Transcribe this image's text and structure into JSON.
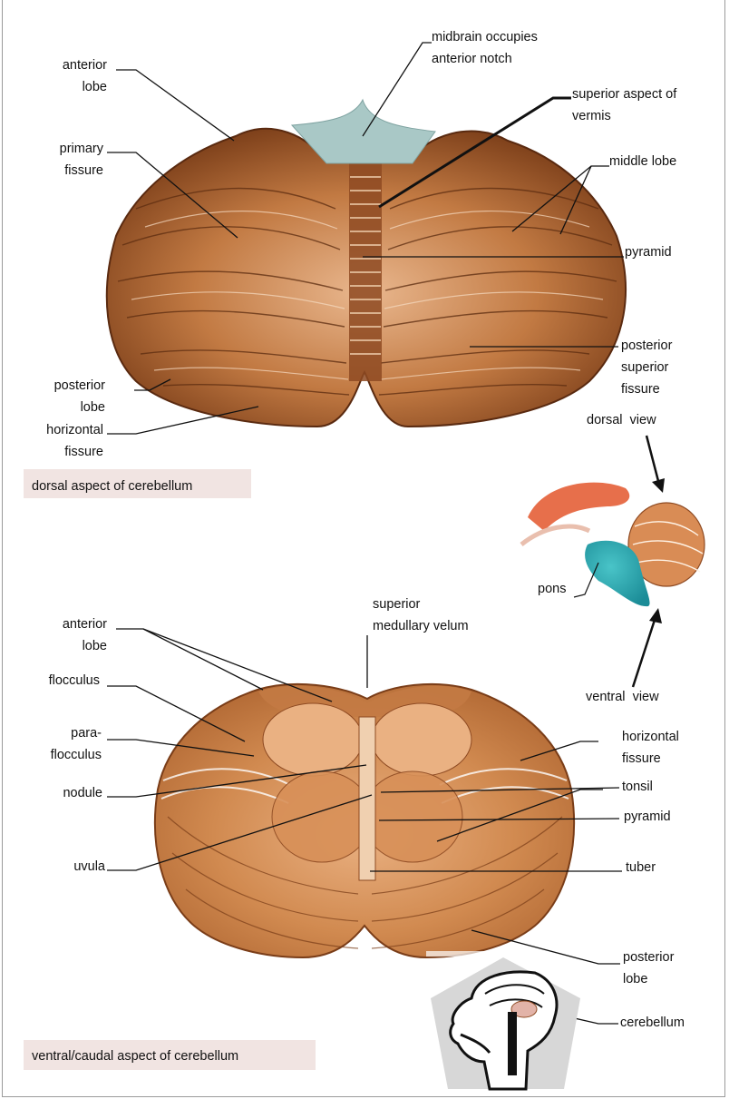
{
  "dorsal": {
    "caption": "dorsal aspect of cerebellum",
    "labels": {
      "anterior_lobe": [
        "anterior",
        "lobe"
      ],
      "primary_fissure": [
        "primary",
        "fissure"
      ],
      "posterior_lobe": [
        "posterior",
        "lobe"
      ],
      "horizontal_fissure": [
        "horizontal",
        "fissure"
      ],
      "midbrain": [
        "midbrain occupies",
        "anterior notch"
      ],
      "superior_vermis": [
        "superior aspect of",
        "vermis"
      ],
      "middle_lobe": "middle lobe",
      "pyramid": "pyramid",
      "posterior_superior_fissure": [
        "posterior",
        "superior",
        "fissure"
      ]
    }
  },
  "orientation": {
    "dorsal_view": "dorsal  view",
    "ventral_view": "ventral  view",
    "pons": "pons"
  },
  "ventral": {
    "caption": "ventral/caudal aspect of cerebellum",
    "labels": {
      "superior_medullary_velum": [
        "superior",
        "medullary velum"
      ],
      "anterior_lobe": [
        "anterior",
        "lobe"
      ],
      "flocculus": "flocculus",
      "paraflocculus": [
        "para-",
        "flocculus"
      ],
      "nodule": "nodule",
      "uvula": "uvula",
      "horizontal_fissure": [
        "horizontal",
        "fissure"
      ],
      "tonsil": "tonsil",
      "pyramid": "pyramid",
      "tuber": "tuber",
      "posterior_lobe": [
        "posterior",
        "lobe"
      ],
      "cerebellum": "cerebellum"
    }
  },
  "colors": {
    "cerebellum_dark": "#8a4a22",
    "cerebellum_mid": "#b8713c",
    "cerebellum_light": "#e7b489",
    "midbrain": "#a9c8c6",
    "pons": "#2aa8b0",
    "caption_bg": "#f1e4e2",
    "orientation_red": "#e3562c"
  }
}
